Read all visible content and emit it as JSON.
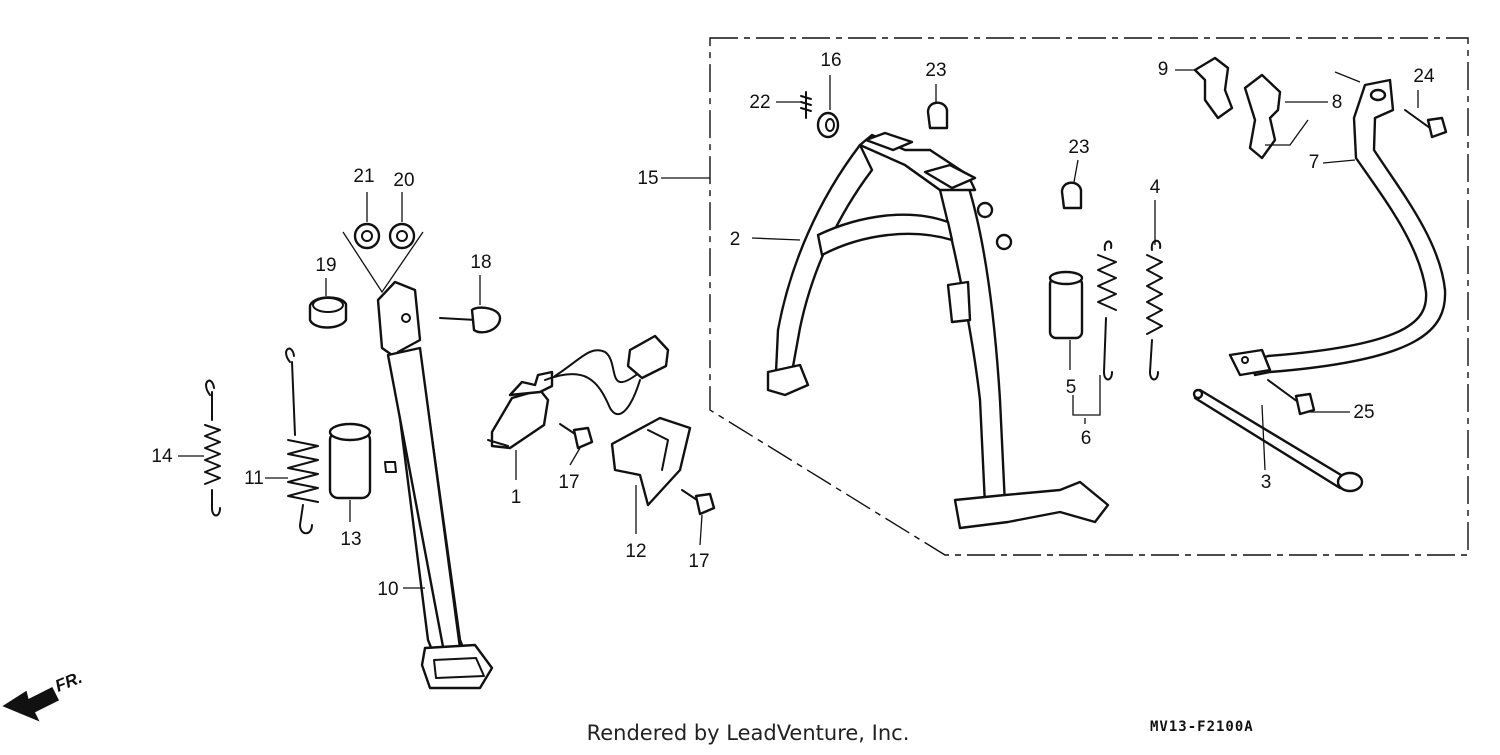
{
  "diagram": {
    "callouts": [
      {
        "id": "1",
        "label": "1"
      },
      {
        "id": "2",
        "label": "2"
      },
      {
        "id": "3",
        "label": "3"
      },
      {
        "id": "4",
        "label": "4"
      },
      {
        "id": "5",
        "label": "5"
      },
      {
        "id": "6",
        "label": "6"
      },
      {
        "id": "7",
        "label": "7"
      },
      {
        "id": "8",
        "label": "8"
      },
      {
        "id": "9",
        "label": "9"
      },
      {
        "id": "10",
        "label": "10"
      },
      {
        "id": "11",
        "label": "11"
      },
      {
        "id": "12",
        "label": "12"
      },
      {
        "id": "13",
        "label": "13"
      },
      {
        "id": "14",
        "label": "14"
      },
      {
        "id": "15",
        "label": "15"
      },
      {
        "id": "16",
        "label": "16"
      },
      {
        "id": "17a",
        "label": "17"
      },
      {
        "id": "17b",
        "label": "17"
      },
      {
        "id": "18",
        "label": "18"
      },
      {
        "id": "19",
        "label": "19"
      },
      {
        "id": "20",
        "label": "20"
      },
      {
        "id": "21",
        "label": "21"
      },
      {
        "id": "22",
        "label": "22"
      },
      {
        "id": "23a",
        "label": "23"
      },
      {
        "id": "23b",
        "label": "23"
      },
      {
        "id": "24",
        "label": "24"
      },
      {
        "id": "25",
        "label": "25"
      }
    ],
    "direction_label": "FR.",
    "footer_credit": "Rendered by LeadVenture, Inc.",
    "diagram_code": "MV13-F2100A"
  }
}
